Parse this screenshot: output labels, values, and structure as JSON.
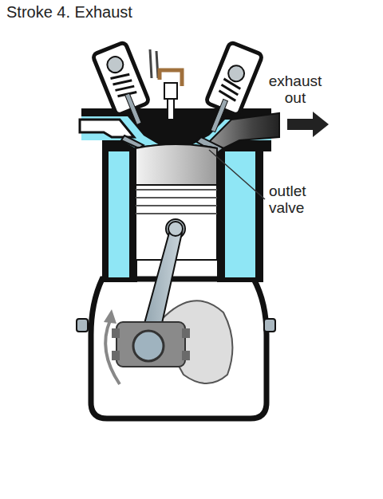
{
  "diagram": {
    "title": "Stroke 4. Exhaust",
    "labels": [
      "exhaust out",
      "outlet valve"
    ]
  }
}
